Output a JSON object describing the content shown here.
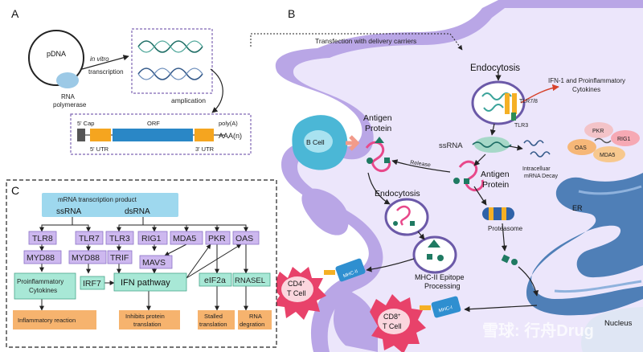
{
  "panel_a": {
    "label": "A",
    "pdna": "pDNA",
    "polymerase_line1": "RNA",
    "polymerase_line2": "polymerase",
    "ivt_line1": "in vitro",
    "ivt_line2": "transcription",
    "amplication": "amplication",
    "cap": "5' Cap",
    "utr5": "5' UTR",
    "orf": "ORF",
    "utr3": "3' UTR",
    "polya": "poly(A)",
    "aaa": "AAA(n)"
  },
  "panel_b": {
    "label": "B",
    "transfection": "Transfection with delivery carriers",
    "endocytosis_top": "Endocytosis",
    "tlr78": "TLR7/8",
    "tlr3": "TLR3",
    "ifn_line1": "IFN-1 and Proinflammatory",
    "ifn_line2": "Cytokines",
    "pkr": "PKR",
    "rig1": "RIG1",
    "oas": "OAS",
    "mda5": "MDA5",
    "ssrna": "ssRNA",
    "antigen_protein_line1": "Antigen",
    "antigen_protein_line2": "Protein",
    "decay_line1": "Intracelluar",
    "decay_line2": "mRNA Decay",
    "bcell": "B Cell",
    "antigen_top_line1": "Antigen",
    "antigen_top_line2": "Protein",
    "release": "Release",
    "endocytosis_left": "Endocytosis",
    "proteasome": "Proteasome",
    "er": "ER",
    "nucleus": "Nucleus",
    "mhc2_epitope_line1": "MHC-II Epitope",
    "mhc2_epitope_line2": "Processing",
    "cd4_line1": "CD4",
    "cd4_sup": "+",
    "cd4_line2": "T Cell",
    "cd8_line1": "CD8",
    "cd8_sup": "+",
    "cd8_line2": "T Cell",
    "mhc2_tag": "MHC-II",
    "mhc1_tag": "MHC-I"
  },
  "panel_c": {
    "label": "C",
    "header": "mRNA transcription product",
    "ssrna": "ssRNA",
    "dsrna": "dsRNA",
    "tlr8": "TLR8",
    "tlr7": "TLR7",
    "tlr3": "TLR3",
    "rig1": "RIG1",
    "mda5": "MDA5",
    "pkr": "PKR",
    "oas": "OAS",
    "myd88_a": "MYD88",
    "myd88_b": "MYD88",
    "trif": "TRIF",
    "mavs": "MAVS",
    "proinf_line1": "Proinflammatory",
    "proinf_line2": "Cytokines",
    "irf7": "IRF7",
    "ifn": "IFN pathway",
    "eif2a": "eIF2a",
    "rnasel": "RNASEL",
    "inflam": "Inflammatory reaction",
    "inhibits_line1": "Inhibits protein",
    "inhibits_line2": "translation",
    "stalled_line1": "Stalled",
    "stalled_line2": "translation",
    "rna_line1": "RNA",
    "rna_line2": "degration"
  },
  "watermark": "雪球: 行舟Drug",
  "colors": {
    "cell_membrane": "#b9a6e6",
    "cytoplasm": "#ece6fb",
    "er": "#4f7fb7",
    "purple_box": "#cdb8ef",
    "green_box": "#a8e8d6",
    "teal_box": "#9ed8ee",
    "orange_box": "#f6b36e",
    "orf": "#2a87c6",
    "utr": "#f5a51f",
    "cap": "#555555",
    "bcell": "#4bb7d6",
    "tcell": "#e8426a"
  }
}
